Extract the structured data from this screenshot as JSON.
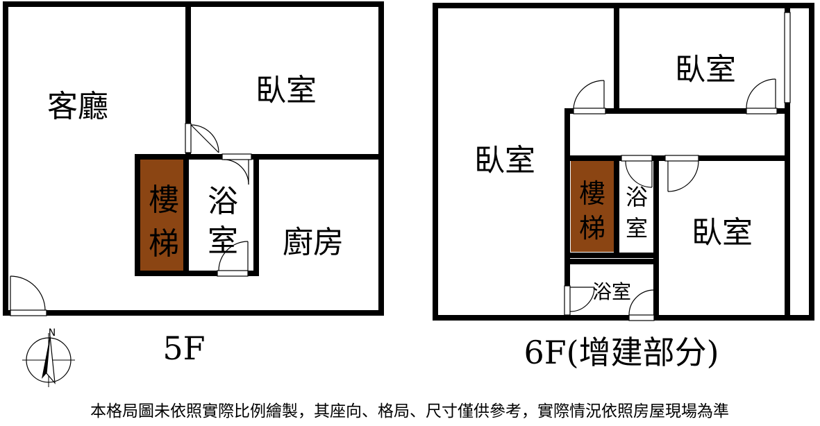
{
  "floor_5f": {
    "label": "5F",
    "rooms": {
      "living_room": "客廳",
      "bedroom": "臥室",
      "stairs": [
        "樓",
        "梯"
      ],
      "bathroom": [
        "浴",
        "室"
      ],
      "kitchen": "廚房"
    }
  },
  "floor_6f": {
    "label": "6F(增建部分)",
    "rooms": {
      "bedroom_top_right": "臥室",
      "bedroom_left": "臥室",
      "stairs": [
        "樓",
        "梯"
      ],
      "bathroom_small": [
        "浴",
        "室"
      ],
      "bedroom_bottom_right": "臥室",
      "bathroom_bottom": "浴室"
    }
  },
  "compass": {
    "north_label": "N"
  },
  "disclaimer": "本格局圖未依照實際比例繪製，其座向、格局、尺寸僅供參考，實際情況依照房屋現場為準",
  "colors": {
    "wall": "#000000",
    "stairs": "#8b4513",
    "background": "#ffffff"
  }
}
